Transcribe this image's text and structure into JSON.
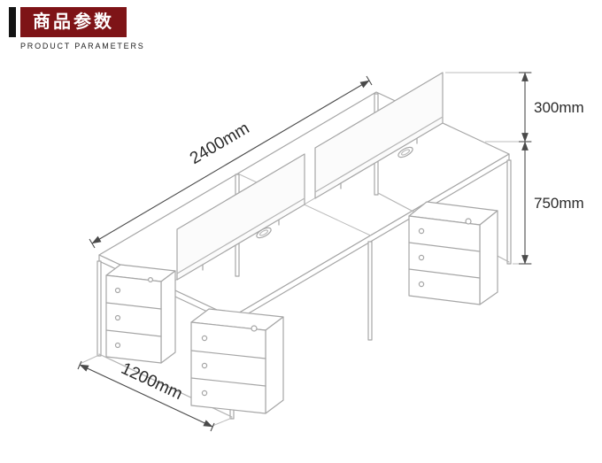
{
  "header": {
    "title": "商品参数",
    "subtitle": "PRODUCT PARAMETERS"
  },
  "diagram": {
    "labels": {
      "length": "2400mm",
      "depth": "1200mm",
      "screen_height": "300mm",
      "desk_height": "750mm"
    },
    "colors": {
      "line": "#a6a6a6",
      "dimension": "#4a4a4a",
      "label_text": "#2b2b2b",
      "header_accent": "#7e1417",
      "header_bar": "#141414"
    }
  }
}
